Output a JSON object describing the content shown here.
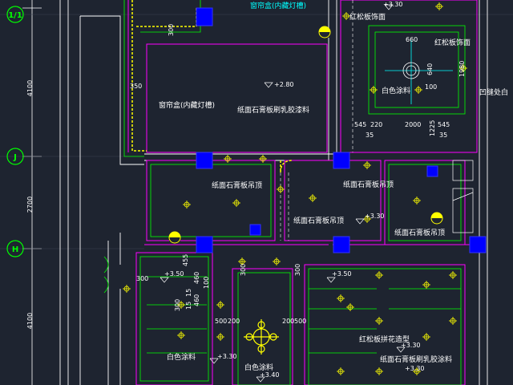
{
  "axes": {
    "grid_labels": [
      "1/1",
      "J",
      "H"
    ],
    "spacings": [
      "4100",
      "2700",
      "4100"
    ]
  },
  "labels": {
    "curtain_box_top": "窗帘盒(内藏灯槽)",
    "curtain_box_left": "窗帘盒(内藏灯槽)",
    "paper_gypsum_paint": "纸面石膏板刷乳胶漆料",
    "paper_gypsum_ceiling_1": "纸面石膏板吊顶",
    "paper_gypsum_ceiling_2": "纸面石膏板吊顶",
    "paper_gypsum_ceiling_3": "纸面石膏板吊顶",
    "paper_gypsum_ceiling_4": "纸面石膏板吊顶",
    "red_pine_top": "红松板饰面",
    "red_pine_right": "红松板饰面",
    "white_paint_1": "白色涂料",
    "white_paint_2": "白色涂料",
    "white_paint_3": "白色涂料",
    "concave_line": "凹缝处白",
    "red_pine_pattern": "红松板拼花造型",
    "paper_gypsum_paint_2": "纸面石膏板刷乳胶涂料"
  },
  "elevations": {
    "e1": "+3.30",
    "e2": "+2.80",
    "e3": "+3.30",
    "e4": "+3.30",
    "e5": "+3.50",
    "e6": "+3.50",
    "e7": "+3.30",
    "e8": "+3.40",
    "e9": "+3.30"
  },
  "dimensions": {
    "d1": "300",
    "d2": "350",
    "d3": "660",
    "d4": "640",
    "d5": "100",
    "d6": "1980",
    "d7": "545",
    "d8": "220",
    "d9": "2000",
    "d10": "35",
    "d11": "545",
    "d12": "35",
    "d13": "1225",
    "d14": "455",
    "d15": "300",
    "d16": "460",
    "d17": "100",
    "d18": "300",
    "d19": "15",
    "d20": "15",
    "d21": "460",
    "d22": "300",
    "d23": "500",
    "d24": "200",
    "d25": "200",
    "d26": "500",
    "d27": "300"
  }
}
